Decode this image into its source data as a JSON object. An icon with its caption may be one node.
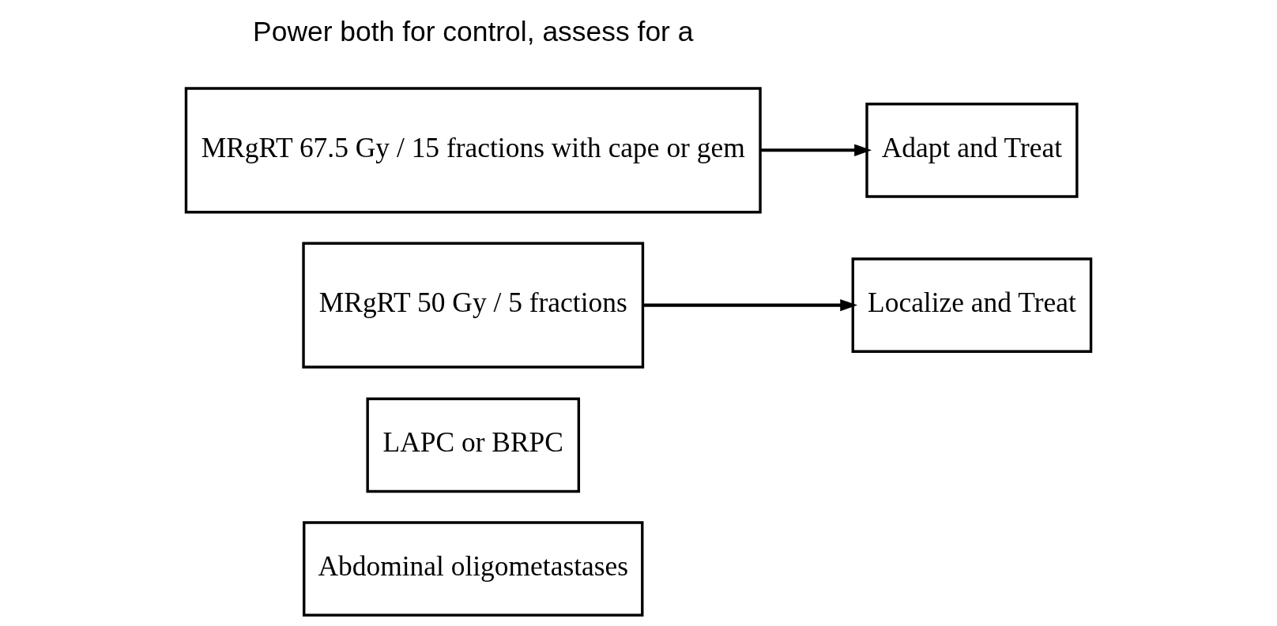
{
  "diagram": {
    "nodes": [
      {
        "text": [
          "Abdominal oligometastases"
        ]
      },
      {
        "text": [
          "LAPC or BRPC"
        ]
      },
      {
        "text": [
          "MRgRT 50 Gy / 5 fractions"
        ]
      },
      {
        "text": [
          "MRgRT 67.5 Gy / 15 fractions with cape or gem"
        ]
      },
      {
        "text": [
          "Localize and Treat"
        ]
      },
      {
        "text": [
          "Adapt and Treat"
        ]
      }
    ],
    "edges": [
      {
        "from": 2,
        "to": 4,
        "arrow": "to"
      },
      {
        "from": 3,
        "to": 5,
        "arrow": "to"
      }
    ],
    "labels": [
      "Power both for control, assess for a"
    ]
  }
}
